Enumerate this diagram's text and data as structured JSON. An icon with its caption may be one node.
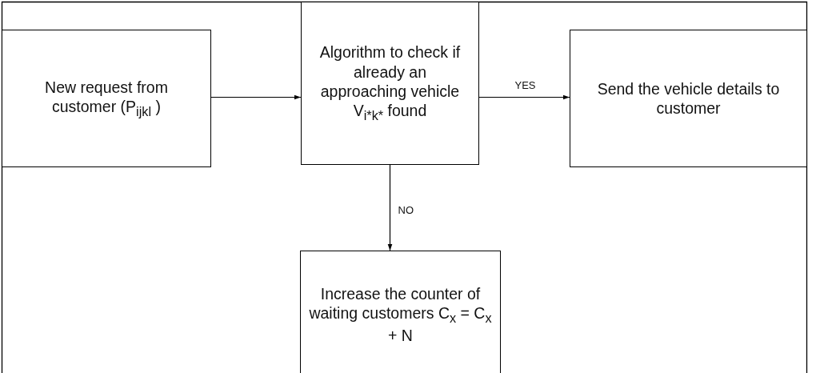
{
  "diagram": {
    "nodes": [
      {
        "text": [
          "New request from customer (P$_{ijkl}$ )"
        ]
      },
      {
        "text": [
          "Algorithm to check if already an approaching vehicle V$_{i*k*}$ found"
        ]
      },
      {
        "text": [
          "Send the vehicle details to customer"
        ]
      },
      {
        "text": [
          "Increase the counter of waiting customers C$_{x}$ = C$_{x}$ + N"
        ]
      }
    ],
    "edges": [
      {
        "from": 0,
        "to": 1,
        "arrow": "to"
      },
      {
        "from": 1,
        "to": 2,
        "arrow": "to",
        "label": "YES"
      },
      {
        "from": 1,
        "to": 3,
        "arrow": "to",
        "label": "NO"
      }
    ]
  }
}
